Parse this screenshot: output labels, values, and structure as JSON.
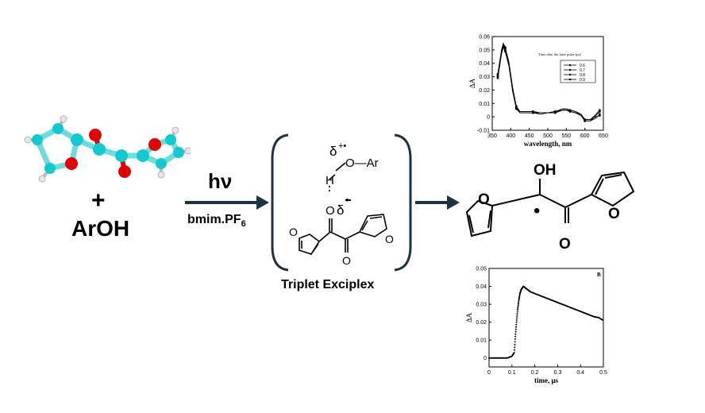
{
  "left": {
    "plus": "+",
    "reagent": "ArOH"
  },
  "reaction_arrow": {
    "label_top": "hν",
    "label_bottom_main": "bmim.PF",
    "label_bottom_sub": "6"
  },
  "exciplex": {
    "title": "Triplet Exciplex",
    "delta_plus": "δ",
    "delta_plus_charge": "+•",
    "o_ar": "O—Ar",
    "h_atom": "H",
    "o_atom": "O",
    "delta_minus": "δ",
    "delta_minus_charge": "•",
    "furan_o_left": "O",
    "carbonyl_o": "O",
    "furan_o_right": "O"
  },
  "product": {
    "oh": "OH",
    "furan_o_left": "O",
    "furan_o_right": "O",
    "carbonyl_o": "O",
    "radical_dot": "•"
  },
  "chart_data": [
    {
      "type": "line",
      "xlabel": "wavelength, nm",
      "ylabel": "ΔA",
      "xlim": [
        350,
        650
      ],
      "ylim": [
        -0.01,
        0.06
      ],
      "xticks": [
        "350",
        "400",
        "450",
        "500",
        "550",
        "600",
        "650"
      ],
      "yticks": [
        "-0.01",
        "0",
        "0.01",
        "0.02",
        "0.03",
        "0.04",
        "0.05",
        "0.06"
      ],
      "legend_title": "Time after the laser pulse (μs)",
      "legend_position": "top-right",
      "series": [
        {
          "name": "0.6",
          "x": [
            365,
            375,
            380,
            385,
            395,
            405,
            415,
            425,
            440,
            460,
            480,
            500,
            520,
            540,
            550,
            560,
            575,
            590,
            600,
            615,
            630,
            640
          ],
          "values": [
            0.032,
            0.05,
            0.055,
            0.052,
            0.041,
            0.022,
            0.008,
            0.004,
            0.004,
            0.004,
            0.003,
            0.003,
            0.004,
            0.005,
            0.005,
            0.005,
            0.004,
            0.002,
            -0.002,
            -0.002,
            0.0,
            0.001
          ]
        },
        {
          "name": "0.7",
          "x": [
            365,
            375,
            380,
            385,
            395,
            405,
            415,
            425,
            440,
            460,
            480,
            500,
            520,
            540,
            550,
            560,
            575,
            590,
            600,
            615,
            630,
            640
          ],
          "values": [
            0.031,
            0.049,
            0.054,
            0.051,
            0.04,
            0.021,
            0.007,
            0.004,
            0.004,
            0.004,
            0.003,
            0.003,
            0.004,
            0.006,
            0.006,
            0.005,
            0.004,
            0.001,
            -0.003,
            -0.003,
            -0.001,
            0.002
          ]
        },
        {
          "name": "0.8",
          "x": [
            365,
            375,
            380,
            385,
            395,
            405,
            415,
            425,
            440,
            460,
            480,
            500,
            520,
            540,
            550,
            560,
            575,
            590,
            600,
            615,
            630,
            640
          ],
          "values": [
            0.03,
            0.048,
            0.053,
            0.05,
            0.039,
            0.02,
            0.007,
            0.003,
            0.003,
            0.003,
            0.003,
            0.003,
            0.004,
            0.005,
            0.005,
            0.004,
            0.003,
            0.001,
            -0.003,
            -0.003,
            0.001,
            0.004
          ]
        },
        {
          "name": "0.9",
          "x": [
            365,
            375,
            380,
            385,
            395,
            405,
            415,
            425,
            440,
            460,
            480,
            500,
            520,
            540,
            550,
            560,
            575,
            590,
            600,
            615,
            630,
            640
          ],
          "values": [
            0.029,
            0.047,
            0.052,
            0.049,
            0.038,
            0.019,
            0.006,
            0.003,
            0.003,
            0.003,
            0.002,
            0.003,
            0.003,
            0.005,
            0.005,
            0.004,
            0.003,
            0.001,
            -0.002,
            -0.002,
            0.002,
            0.005
          ]
        }
      ]
    },
    {
      "type": "scatter",
      "panel_label": "B",
      "xlabel": "time, μs",
      "ylabel": "ΔA",
      "xlim": [
        0,
        0.5
      ],
      "ylim": [
        -0.005,
        0.05
      ],
      "xticks": [
        "0",
        "0.1",
        "0.2",
        "0.3",
        "0.4",
        "0.5"
      ],
      "yticks": [
        "0",
        "0.01",
        "0.02",
        "0.03",
        "0.04",
        "0.05"
      ],
      "series": [
        {
          "x": [
            0,
            0.02,
            0.04,
            0.06,
            0.08,
            0.1,
            0.11,
            0.115,
            0.12,
            0.125,
            0.13,
            0.135,
            0.14,
            0.145,
            0.15,
            0.16,
            0.17,
            0.18,
            0.2,
            0.22,
            0.24,
            0.26,
            0.28,
            0.3,
            0.32,
            0.34,
            0.36,
            0.38,
            0.4,
            0.42,
            0.44,
            0.46,
            0.48,
            0.5
          ],
          "values": [
            0,
            0,
            0,
            0,
            0,
            0.001,
            0.003,
            0.012,
            0.02,
            0.027,
            0.032,
            0.036,
            0.038,
            0.039,
            0.04,
            0.039,
            0.038,
            0.037,
            0.036,
            0.035,
            0.034,
            0.033,
            0.032,
            0.031,
            0.03,
            0.029,
            0.028,
            0.027,
            0.026,
            0.025,
            0.024,
            0.023,
            0.0225,
            0.021
          ]
        }
      ]
    }
  ]
}
